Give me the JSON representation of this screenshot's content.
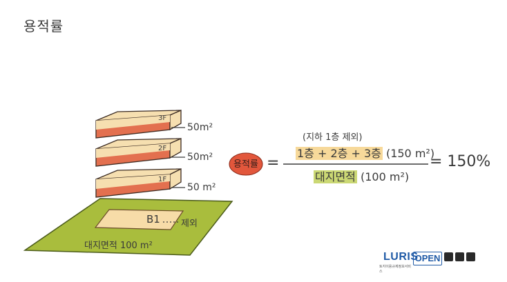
{
  "title": "용적률",
  "floors": [
    {
      "label": "3F",
      "area": "50m²"
    },
    {
      "label": "2F",
      "area": "50m²"
    },
    {
      "label": "1F",
      "area": "50 m²"
    }
  ],
  "basement": {
    "label": "B1",
    "note": "제외"
  },
  "site": {
    "label": "대지면적 100 m²"
  },
  "formula": {
    "badge": "용적률",
    "note": "(지하 1층 제외)",
    "numerator_hl": "1층 + 2층 + 3층",
    "numerator_val": "(150 m²)",
    "denominator_hl": "대지면적",
    "denominator_val": "(100 m²)",
    "equals": "=",
    "result": "= 150%"
  },
  "logos": {
    "luris": "LURIS",
    "luris_sub": "토지이용규제정보서비스",
    "open": "OPEN"
  },
  "colors": {
    "slab_top": "#f6dfb0",
    "slab_side": "#e3704f",
    "ground": "#a9bd3d",
    "basement": "#f7dca8",
    "badge": "#e2573c",
    "hl_yellow": "#f7d99a",
    "hl_green": "#cbd874"
  }
}
